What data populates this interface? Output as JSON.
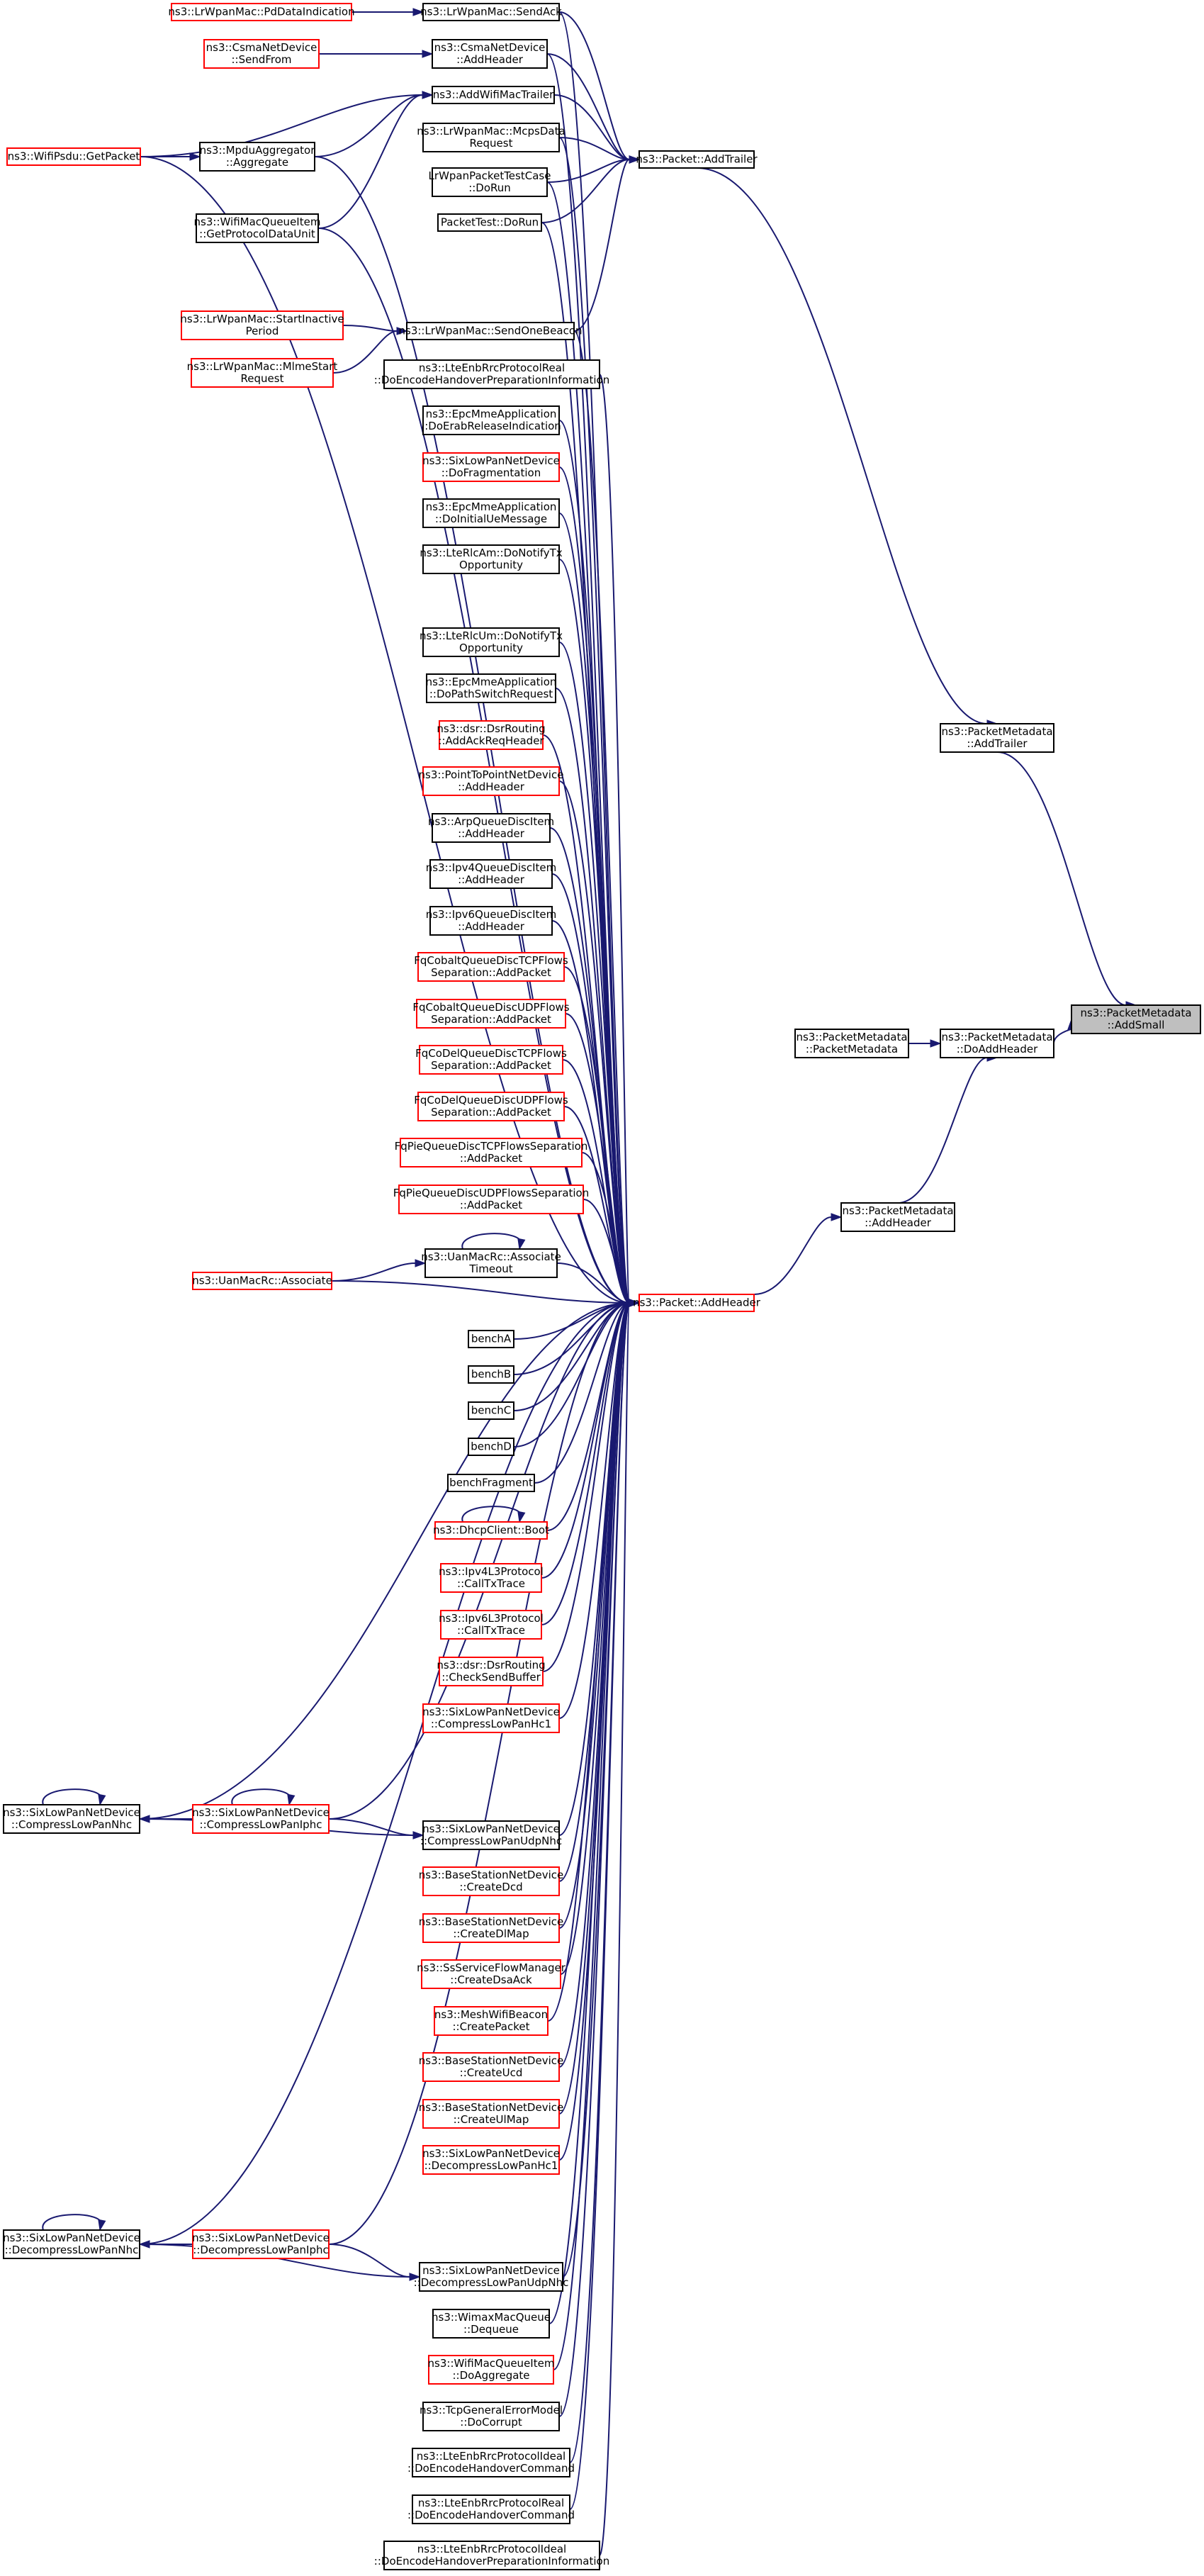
{
  "graph": {
    "focus": "ns3::PacketMetadata::AddSmall",
    "colors": {
      "edge": "#191970",
      "normal_border": "#000000",
      "link_border": "#ff0000",
      "focus_fill": "#bfbfbf"
    },
    "nodes": [
      {
        "id": "add_small",
        "lines": [
          "ns3::PacketMetadata",
          "::AddSmall"
        ],
        "style": "focus"
      },
      {
        "id": "pm_add_trailer",
        "lines": [
          "ns3::PacketMetadata",
          "::AddTrailer"
        ],
        "style": "normal"
      },
      {
        "id": "pm_do_add_header",
        "lines": [
          "ns3::PacketMetadata",
          "::DoAddHeader"
        ],
        "style": "normal"
      },
      {
        "id": "pm_ctor",
        "lines": [
          "ns3::PacketMetadata",
          "::PacketMetadata"
        ],
        "style": "normal"
      },
      {
        "id": "pm_add_header",
        "lines": [
          "ns3::PacketMetadata",
          "::AddHeader"
        ],
        "style": "normal"
      },
      {
        "id": "packet_add_trailer",
        "lines": [
          "ns3::Packet::AddTrailer"
        ],
        "style": "normal"
      },
      {
        "id": "packet_add_header",
        "lines": [
          "ns3::Packet::AddHeader"
        ],
        "style": "red"
      },
      {
        "id": "send_ack",
        "lines": [
          "ns3::LrWpanMac::SendAck"
        ],
        "style": "normal"
      },
      {
        "id": "pd_data_ind",
        "lines": [
          "ns3::LrWpanMac::PdDataIndication"
        ],
        "style": "red"
      },
      {
        "id": "csma_add_header",
        "lines": [
          "ns3::CsmaNetDevice",
          "::AddHeader"
        ],
        "style": "normal"
      },
      {
        "id": "csma_send_from",
        "lines": [
          "ns3::CsmaNetDevice",
          "::SendFrom"
        ],
        "style": "red"
      },
      {
        "id": "add_wifi_mac_trailer",
        "lines": [
          "ns3::AddWifiMacTrailer"
        ],
        "style": "normal"
      },
      {
        "id": "mcps_data_req",
        "lines": [
          "ns3::LrWpanMac::McpsData",
          "Request"
        ],
        "style": "normal"
      },
      {
        "id": "mpdu_aggregate",
        "lines": [
          "ns3::MpduAggregator",
          "::Aggregate"
        ],
        "style": "normal"
      },
      {
        "id": "wifi_psdu_get_packet",
        "lines": [
          "ns3::WifiPsdu::GetPacket"
        ],
        "style": "red"
      },
      {
        "id": "lrwpan_test_dorun",
        "lines": [
          "LrWpanPacketTestCase",
          "::DoRun"
        ],
        "style": "normal"
      },
      {
        "id": "packet_test_dorun",
        "lines": [
          "PacketTest::DoRun"
        ],
        "style": "normal"
      },
      {
        "id": "get_protocol_du",
        "lines": [
          "ns3::WifiMacQueueItem",
          "::GetProtocolDataUnit"
        ],
        "style": "normal"
      },
      {
        "id": "start_inactive",
        "lines": [
          "ns3::LrWpanMac::StartInactive",
          "Period"
        ],
        "style": "red"
      },
      {
        "id": "send_one_beacon",
        "lines": [
          "ns3::LrWpanMac::SendOneBeacon"
        ],
        "style": "normal"
      },
      {
        "id": "mlme_start_req",
        "lines": [
          "ns3::LrWpanMac::MlmeStart",
          "Request"
        ],
        "style": "red"
      },
      {
        "id": "lte_real_prep_top",
        "lines": [
          "ns3::LteEnbRrcProtocolReal",
          "::DoEncodeHandoverPreparationInformation"
        ],
        "style": "normal"
      },
      {
        "id": "epc_erab_release",
        "lines": [
          "ns3::EpcMmeApplication",
          "::DoErabReleaseIndication"
        ],
        "style": "normal"
      },
      {
        "id": "sixlowpan_frag",
        "lines": [
          "ns3::SixLowPanNetDevice",
          "::DoFragmentation"
        ],
        "style": "red"
      },
      {
        "id": "epc_initial_ue",
        "lines": [
          "ns3::EpcMmeApplication",
          "::DoInitialUeMessage"
        ],
        "style": "normal"
      },
      {
        "id": "lte_rlc_am",
        "lines": [
          "ns3::LteRlcAm::DoNotifyTx",
          "Opportunity"
        ],
        "style": "normal"
      },
      {
        "id": "lte_rlc_um",
        "lines": [
          "ns3::LteRlcUm::DoNotifyTx",
          "Opportunity"
        ],
        "style": "normal"
      },
      {
        "id": "epc_path_switch",
        "lines": [
          "ns3::EpcMmeApplication",
          "::DoPathSwitchRequest"
        ],
        "style": "normal"
      },
      {
        "id": "dsr_add_ack",
        "lines": [
          "ns3::dsr::DsrRouting",
          "::AddAckReqHeader"
        ],
        "style": "red"
      },
      {
        "id": "p2p_add_header",
        "lines": [
          "ns3::PointToPointNetDevice",
          "::AddHeader"
        ],
        "style": "red"
      },
      {
        "id": "arp_qdi_add_header",
        "lines": [
          "ns3::ArpQueueDiscItem",
          "::AddHeader"
        ],
        "style": "normal"
      },
      {
        "id": "ipv4_qdi_add_header",
        "lines": [
          "ns3::Ipv4QueueDiscItem",
          "::AddHeader"
        ],
        "style": "normal"
      },
      {
        "id": "ipv6_qdi_add_header",
        "lines": [
          "ns3::Ipv6QueueDiscItem",
          "::AddHeader"
        ],
        "style": "normal"
      },
      {
        "id": "fq_cobalt_tcp",
        "lines": [
          "FqCobaltQueueDiscTCPFlows",
          "Separation::AddPacket"
        ],
        "style": "red"
      },
      {
        "id": "fq_cobalt_udp",
        "lines": [
          "FqCobaltQueueDiscUDPFlows",
          "Separation::AddPacket"
        ],
        "style": "red"
      },
      {
        "id": "fq_codel_tcp",
        "lines": [
          "FqCoDelQueueDiscTCPFlows",
          "Separation::AddPacket"
        ],
        "style": "red"
      },
      {
        "id": "fq_codel_udp",
        "lines": [
          "FqCoDelQueueDiscUDPFlows",
          "Separation::AddPacket"
        ],
        "style": "red"
      },
      {
        "id": "fq_pie_tcp",
        "lines": [
          "FqPieQueueDiscTCPFlowsSeparation",
          "::AddPacket"
        ],
        "style": "red"
      },
      {
        "id": "fq_pie_udp",
        "lines": [
          "FqPieQueueDiscUDPFlowsSeparation",
          "::AddPacket"
        ],
        "style": "red"
      },
      {
        "id": "uan_assoc_timeout",
        "lines": [
          "ns3::UanMacRc::Associate",
          "Timeout"
        ],
        "style": "normal"
      },
      {
        "id": "uan_associate",
        "lines": [
          "ns3::UanMacRc::Associate"
        ],
        "style": "red"
      },
      {
        "id": "bench_a",
        "lines": [
          "benchA"
        ],
        "style": "normal"
      },
      {
        "id": "bench_b",
        "lines": [
          "benchB"
        ],
        "style": "normal"
      },
      {
        "id": "bench_c",
        "lines": [
          "benchC"
        ],
        "style": "normal"
      },
      {
        "id": "bench_d",
        "lines": [
          "benchD"
        ],
        "style": "normal"
      },
      {
        "id": "bench_frag",
        "lines": [
          "benchFragment"
        ],
        "style": "normal"
      },
      {
        "id": "dhcp_boot",
        "lines": [
          "ns3::DhcpClient::Boot"
        ],
        "style": "red"
      },
      {
        "id": "ipv4l3_calltx",
        "lines": [
          "ns3::Ipv4L3Protocol",
          "::CallTxTrace"
        ],
        "style": "red"
      },
      {
        "id": "ipv6l3_calltx",
        "lines": [
          "ns3::Ipv6L3Protocol",
          "::CallTxTrace"
        ],
        "style": "red"
      },
      {
        "id": "dsr_check_send",
        "lines": [
          "ns3::dsr::DsrRouting",
          "::CheckSendBuffer"
        ],
        "style": "red"
      },
      {
        "id": "comp_hc1",
        "lines": [
          "ns3::SixLowPanNetDevice",
          "::CompressLowPanHc1"
        ],
        "style": "red"
      },
      {
        "id": "comp_nhc",
        "lines": [
          "ns3::SixLowPanNetDevice",
          "::CompressLowPanNhc"
        ],
        "style": "normal"
      },
      {
        "id": "comp_iphc",
        "lines": [
          "ns3::SixLowPanNetDevice",
          "::CompressLowPanIphc"
        ],
        "style": "red"
      },
      {
        "id": "comp_udp_nhc",
        "lines": [
          "ns3::SixLowPanNetDevice",
          "::CompressLowPanUdpNhc"
        ],
        "style": "normal"
      },
      {
        "id": "bs_create_dcd",
        "lines": [
          "ns3::BaseStationNetDevice",
          "::CreateDcd"
        ],
        "style": "red"
      },
      {
        "id": "bs_create_dlmap",
        "lines": [
          "ns3::BaseStationNetDevice",
          "::CreateDlMap"
        ],
        "style": "red"
      },
      {
        "id": "ss_create_dsa_ack",
        "lines": [
          "ns3::SsServiceFlowManager",
          "::CreateDsaAck"
        ],
        "style": "red"
      },
      {
        "id": "mesh_beacon_create",
        "lines": [
          "ns3::MeshWifiBeacon",
          "::CreatePacket"
        ],
        "style": "red"
      },
      {
        "id": "bs_create_ucd",
        "lines": [
          "ns3::BaseStationNetDevice",
          "::CreateUcd"
        ],
        "style": "red"
      },
      {
        "id": "bs_create_ulmap",
        "lines": [
          "ns3::BaseStationNetDevice",
          "::CreateUlMap"
        ],
        "style": "red"
      },
      {
        "id": "decomp_hc1",
        "lines": [
          "ns3::SixLowPanNetDevice",
          "::DecompressLowPanHc1"
        ],
        "style": "red"
      },
      {
        "id": "decomp_nhc",
        "lines": [
          "ns3::SixLowPanNetDevice",
          "::DecompressLowPanNhc"
        ],
        "style": "normal"
      },
      {
        "id": "decomp_iphc",
        "lines": [
          "ns3::SixLowPanNetDevice",
          "::DecompressLowPanIphc"
        ],
        "style": "red"
      },
      {
        "id": "decomp_udp_nhc",
        "lines": [
          "ns3::SixLowPanNetDevice",
          "::DecompressLowPanUdpNhc"
        ],
        "style": "normal"
      },
      {
        "id": "wimax_dequeue",
        "lines": [
          "ns3::WimaxMacQueue",
          "::Dequeue"
        ],
        "style": "normal"
      },
      {
        "id": "wmqi_do_aggregate",
        "lines": [
          "ns3::WifiMacQueueItem",
          "::DoAggregate"
        ],
        "style": "red"
      },
      {
        "id": "tcp_gem_corrupt",
        "lines": [
          "ns3::TcpGeneralErrorModel",
          "::DoCorrupt"
        ],
        "style": "normal"
      },
      {
        "id": "lte_ideal_ho_cmd",
        "lines": [
          "ns3::LteEnbRrcProtocolIdeal",
          "::DoEncodeHandoverCommand"
        ],
        "style": "normal"
      },
      {
        "id": "lte_real_ho_cmd",
        "lines": [
          "ns3::LteEnbRrcProtocolReal",
          "::DoEncodeHandoverCommand"
        ],
        "style": "normal"
      },
      {
        "id": "lte_ideal_prep",
        "lines": [
          "ns3::LteEnbRrcProtocolIdeal",
          "::DoEncodeHandoverPreparationInformation"
        ],
        "style": "normal"
      }
    ],
    "edges": [
      [
        "pm_add_trailer",
        "add_small"
      ],
      [
        "pm_do_add_header",
        "add_small"
      ],
      [
        "pm_ctor",
        "pm_do_add_header"
      ],
      [
        "pm_add_header",
        "pm_do_add_header"
      ],
      [
        "packet_add_trailer",
        "pm_add_trailer"
      ],
      [
        "packet_add_header",
        "pm_add_header"
      ],
      [
        "send_ack",
        "packet_add_trailer"
      ],
      [
        "pd_data_ind",
        "send_ack"
      ],
      [
        "csma_add_header",
        "packet_add_trailer"
      ],
      [
        "csma_send_from",
        "csma_add_header"
      ],
      [
        "add_wifi_mac_trailer",
        "packet_add_trailer"
      ],
      [
        "mpdu_aggregate",
        "add_wifi_mac_trailer"
      ],
      [
        "get_protocol_du",
        "add_wifi_mac_trailer"
      ],
      [
        "wifi_psdu_get_packet",
        "add_wifi_mac_trailer"
      ],
      [
        "wifi_psdu_get_packet",
        "mpdu_aggregate"
      ],
      [
        "mcps_data_req",
        "packet_add_trailer"
      ],
      [
        "lrwpan_test_dorun",
        "packet_add_trailer"
      ],
      [
        "packet_test_dorun",
        "packet_add_trailer"
      ],
      [
        "send_one_beacon",
        "packet_add_trailer"
      ],
      [
        "start_inactive",
        "send_one_beacon"
      ],
      [
        "mlme_start_req",
        "send_one_beacon"
      ],
      [
        "send_ack",
        "packet_add_header"
      ],
      [
        "csma_add_header",
        "packet_add_header"
      ],
      [
        "mcps_data_req",
        "packet_add_header"
      ],
      [
        "mpdu_aggregate",
        "packet_add_header"
      ],
      [
        "lrwpan_test_dorun",
        "packet_add_header"
      ],
      [
        "packet_test_dorun",
        "packet_add_header"
      ],
      [
        "get_protocol_du",
        "packet_add_header"
      ],
      [
        "send_one_beacon",
        "packet_add_header"
      ],
      [
        "wifi_psdu_get_packet",
        "packet_add_header"
      ],
      [
        "lte_real_prep_top",
        "packet_add_header"
      ],
      [
        "epc_erab_release",
        "packet_add_header"
      ],
      [
        "sixlowpan_frag",
        "packet_add_header"
      ],
      [
        "epc_initial_ue",
        "packet_add_header"
      ],
      [
        "lte_rlc_am",
        "packet_add_header"
      ],
      [
        "lte_rlc_um",
        "packet_add_header"
      ],
      [
        "epc_path_switch",
        "packet_add_header"
      ],
      [
        "dsr_add_ack",
        "packet_add_header"
      ],
      [
        "p2p_add_header",
        "packet_add_header"
      ],
      [
        "arp_qdi_add_header",
        "packet_add_header"
      ],
      [
        "ipv4_qdi_add_header",
        "packet_add_header"
      ],
      [
        "ipv6_qdi_add_header",
        "packet_add_header"
      ],
      [
        "fq_cobalt_tcp",
        "packet_add_header"
      ],
      [
        "fq_cobalt_udp",
        "packet_add_header"
      ],
      [
        "fq_codel_tcp",
        "packet_add_header"
      ],
      [
        "fq_codel_udp",
        "packet_add_header"
      ],
      [
        "fq_pie_tcp",
        "packet_add_header"
      ],
      [
        "fq_pie_udp",
        "packet_add_header"
      ],
      [
        "uan_assoc_timeout",
        "packet_add_header"
      ],
      [
        "uan_associate",
        "uan_assoc_timeout"
      ],
      [
        "uan_associate",
        "packet_add_header"
      ],
      [
        "uan_assoc_timeout",
        "uan_assoc_timeout"
      ],
      [
        "bench_a",
        "packet_add_header"
      ],
      [
        "bench_b",
        "packet_add_header"
      ],
      [
        "bench_c",
        "packet_add_header"
      ],
      [
        "bench_d",
        "packet_add_header"
      ],
      [
        "bench_frag",
        "packet_add_header"
      ],
      [
        "dhcp_boot",
        "packet_add_header"
      ],
      [
        "dhcp_boot",
        "dhcp_boot"
      ],
      [
        "ipv4l3_calltx",
        "packet_add_header"
      ],
      [
        "ipv6l3_calltx",
        "packet_add_header"
      ],
      [
        "dsr_check_send",
        "packet_add_header"
      ],
      [
        "comp_hc1",
        "packet_add_header"
      ],
      [
        "comp_nhc",
        "packet_add_header"
      ],
      [
        "comp_nhc",
        "comp_nhc"
      ],
      [
        "comp_iphc",
        "comp_nhc"
      ],
      [
        "comp_iphc",
        "comp_iphc"
      ],
      [
        "comp_iphc",
        "packet_add_header"
      ],
      [
        "comp_iphc",
        "comp_udp_nhc"
      ],
      [
        "comp_nhc",
        "comp_udp_nhc"
      ],
      [
        "comp_udp_nhc",
        "packet_add_header"
      ],
      [
        "bs_create_dcd",
        "packet_add_header"
      ],
      [
        "bs_create_dlmap",
        "packet_add_header"
      ],
      [
        "ss_create_dsa_ack",
        "packet_add_header"
      ],
      [
        "mesh_beacon_create",
        "packet_add_header"
      ],
      [
        "bs_create_ucd",
        "packet_add_header"
      ],
      [
        "bs_create_ulmap",
        "packet_add_header"
      ],
      [
        "decomp_hc1",
        "packet_add_header"
      ],
      [
        "decomp_nhc",
        "packet_add_header"
      ],
      [
        "decomp_nhc",
        "decomp_nhc"
      ],
      [
        "decomp_iphc",
        "decomp_nhc"
      ],
      [
        "decomp_iphc",
        "packet_add_header"
      ],
      [
        "decomp_iphc",
        "decomp_udp_nhc"
      ],
      [
        "decomp_nhc",
        "decomp_udp_nhc"
      ],
      [
        "decomp_udp_nhc",
        "packet_add_header"
      ],
      [
        "wimax_dequeue",
        "packet_add_header"
      ],
      [
        "wmqi_do_aggregate",
        "packet_add_header"
      ],
      [
        "tcp_gem_corrupt",
        "packet_add_header"
      ],
      [
        "lte_ideal_ho_cmd",
        "packet_add_header"
      ],
      [
        "lte_real_ho_cmd",
        "packet_add_header"
      ],
      [
        "lte_ideal_prep",
        "packet_add_header"
      ]
    ]
  }
}
